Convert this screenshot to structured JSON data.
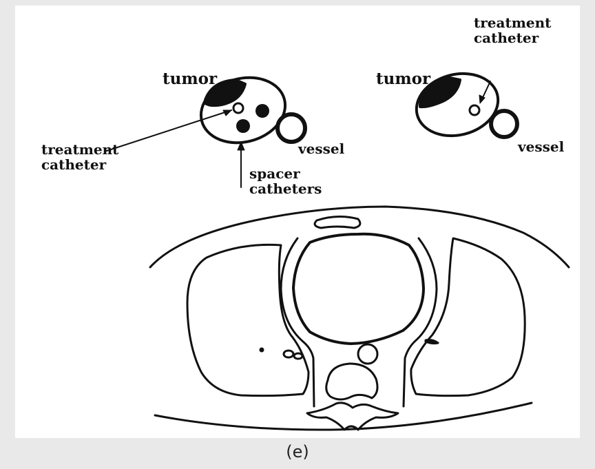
{
  "figure": {
    "left_panel": {
      "tumor_label": "tumor",
      "vessel_label": "vessel",
      "treatment_catheter_label": "treatment\ncatheter",
      "spacer_catheters_label": "spacer\ncatheters"
    },
    "right_panel": {
      "tumor_label": "tumor",
      "vessel_label": "vessel",
      "treatment_catheter_label": "treatment\ncatheter"
    },
    "caption": "(e)"
  },
  "colors": {
    "background": "#e9e9e9",
    "panel": "#ffffff",
    "ink": "#111111"
  }
}
